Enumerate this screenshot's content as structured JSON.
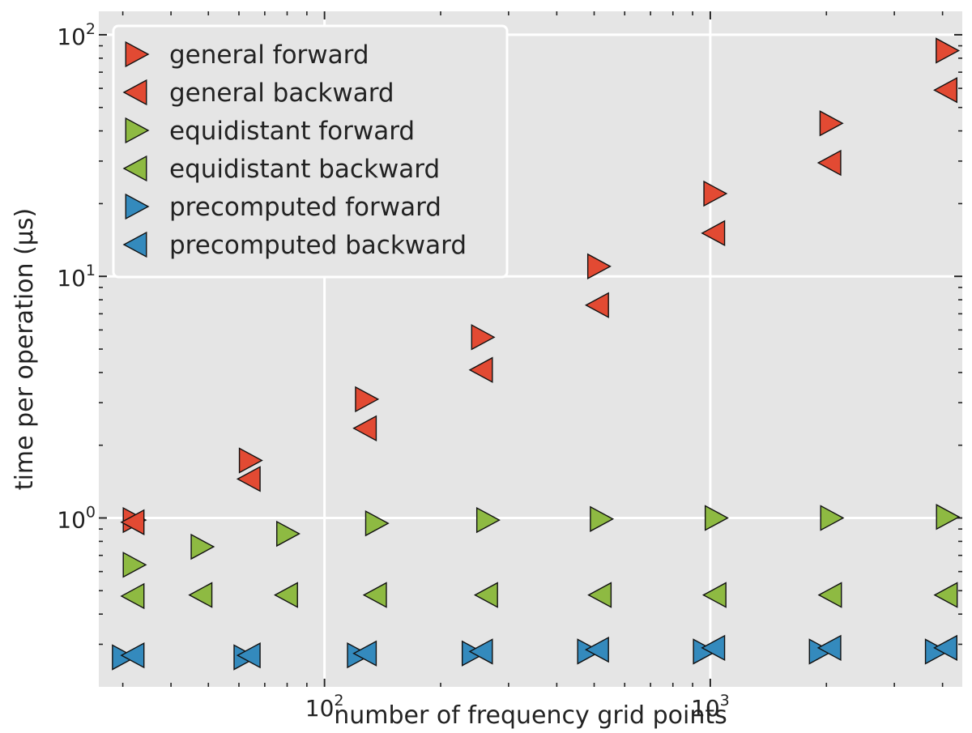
{
  "chart_data": {
    "type": "scatter",
    "xlabel": "number of frequency grid points",
    "ylabel": "time per operation (μs)",
    "x_scale": "log",
    "y_scale": "log",
    "xlim": [
      26,
      4500
    ],
    "ylim": [
      0.2,
      125
    ],
    "grid": true,
    "legend_position": "top-left",
    "x_ticks": [
      {
        "base": "10",
        "exp": "2",
        "value": 100
      },
      {
        "base": "10",
        "exp": "3",
        "value": 1000
      }
    ],
    "y_ticks": [
      {
        "base": "10",
        "exp": "0",
        "value": 1
      },
      {
        "base": "10",
        "exp": "1",
        "value": 10
      },
      {
        "base": "10",
        "exp": "2",
        "value": 100
      }
    ],
    "colors": {
      "general": "#e24a33",
      "equidistant": "#8eba42",
      "precomputed": "#348abd",
      "plot_background": "#e5e5e5",
      "grid": "#ffffff"
    },
    "series": [
      {
        "name": "general forward",
        "color": "#e24a33",
        "marker": "triangle-right",
        "x": [
          32,
          64,
          128,
          256,
          512,
          1024,
          2048,
          4096
        ],
        "y": [
          0.98,
          1.73,
          3.1,
          5.6,
          11.0,
          22.0,
          43.0,
          86.0
        ]
      },
      {
        "name": "general backward",
        "color": "#e24a33",
        "marker": "triangle-left",
        "x": [
          32,
          64,
          128,
          256,
          512,
          1024,
          2048,
          4096
        ],
        "y": [
          0.96,
          1.45,
          2.35,
          4.1,
          7.6,
          15.1,
          29.5,
          59.0
        ]
      },
      {
        "name": "equidistant forward",
        "color": "#8eba42",
        "marker": "triangle-right",
        "x": [
          32,
          48,
          80,
          136,
          264,
          520,
          1032,
          2056,
          4104
        ],
        "y": [
          0.64,
          0.76,
          0.86,
          0.95,
          0.98,
          0.99,
          1.0,
          1.0,
          1.01
        ]
      },
      {
        "name": "equidistant backward",
        "color": "#8eba42",
        "marker": "triangle-left",
        "x": [
          32,
          48,
          80,
          136,
          264,
          520,
          1032,
          2056,
          4104
        ],
        "y": [
          0.475,
          0.48,
          0.48,
          0.48,
          0.48,
          0.48,
          0.48,
          0.48,
          0.48
        ]
      },
      {
        "name": "precomputed forward",
        "color": "#348abd",
        "marker": "triangle-right",
        "x": [
          30,
          62,
          122,
          242,
          482,
          962,
          1922,
          3842
        ],
        "y": [
          0.265,
          0.265,
          0.27,
          0.275,
          0.28,
          0.28,
          0.28,
          0.28
        ]
      },
      {
        "name": "precomputed backward",
        "color": "#348abd",
        "marker": "triangle-left",
        "x": [
          32,
          64,
          128,
          256,
          512,
          1024,
          2048,
          4096
        ],
        "y": [
          0.27,
          0.27,
          0.275,
          0.28,
          0.285,
          0.29,
          0.29,
          0.29
        ]
      }
    ]
  }
}
